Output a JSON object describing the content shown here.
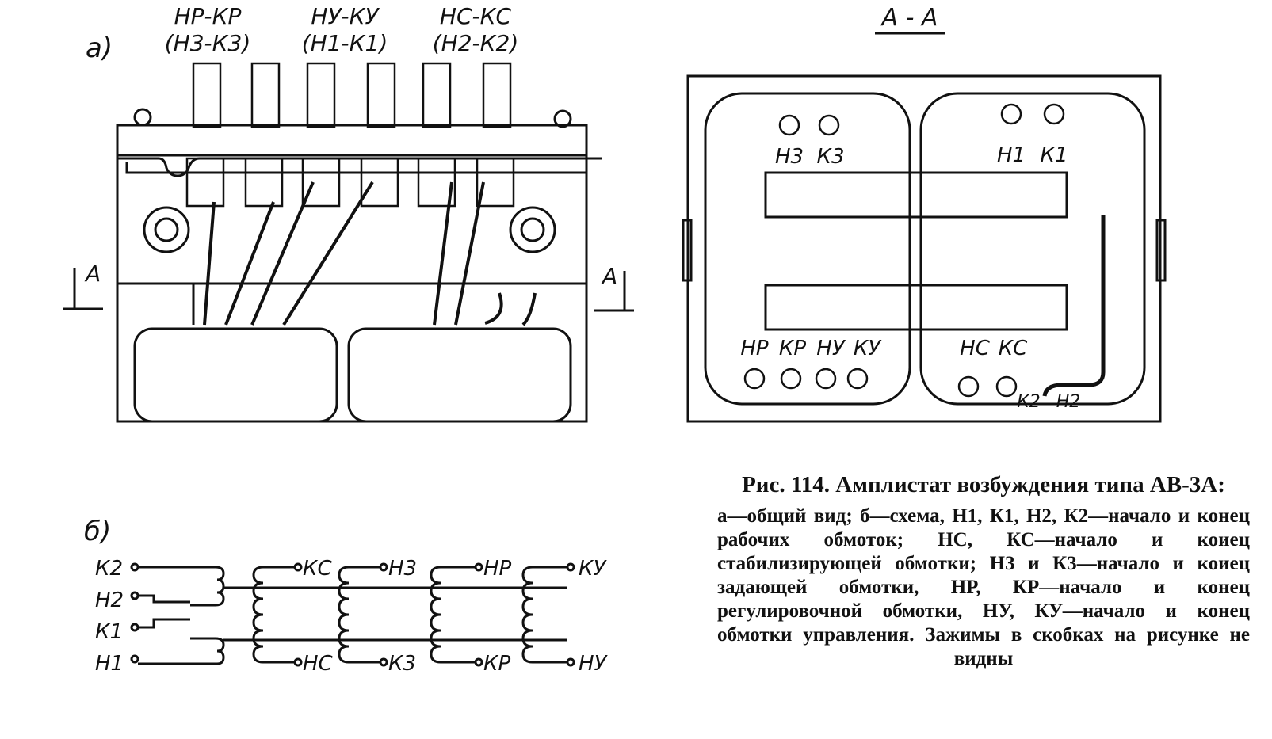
{
  "view_a": {
    "panel_label": "а)",
    "terminal_groups": [
      {
        "top": "НР-КР",
        "bottom": "(Н3-К3)"
      },
      {
        "top": "НУ-КУ",
        "bottom": "(Н1-К1)"
      },
      {
        "top": "НС-КС",
        "bottom": "(Н2-К2)"
      }
    ],
    "section_mark": "А"
  },
  "view_aa": {
    "title": "А - А",
    "left_top_labels": [
      "Н3",
      "К3"
    ],
    "right_top_labels": [
      "Н1",
      "К1"
    ],
    "left_bottom_labels": [
      "НР",
      "КР",
      "НУ",
      "КУ"
    ],
    "right_bottom_labels": [
      "НС",
      "КС"
    ],
    "right_bottom_lead_labels": [
      "К2",
      "Н2"
    ]
  },
  "schematic": {
    "panel_label": "б)",
    "left_labels": [
      "К2",
      "Н2",
      "К1",
      "Н1"
    ],
    "top_labels": [
      "КС",
      "Н3",
      "НР",
      "КУ"
    ],
    "bottom_labels": [
      "НС",
      "К3",
      "КР",
      "НУ"
    ]
  },
  "caption": {
    "title": "Рис. 114. Амплистат возбуждения типа АВ-3А:",
    "body": "а—общий вид; б—схема, Н1, К1, Н2, К2—начало и конец рабочих обмоток; НС, КС—начало и коиец стабилизирующей обмотки; Н3 и К3—начало и коиец задающей обмотки, НР, КР—начало и конец регулировочной обмотки, НУ, КУ—начало и конец обмотки управления. Зажимы в скобках на рисунке не видны"
  }
}
